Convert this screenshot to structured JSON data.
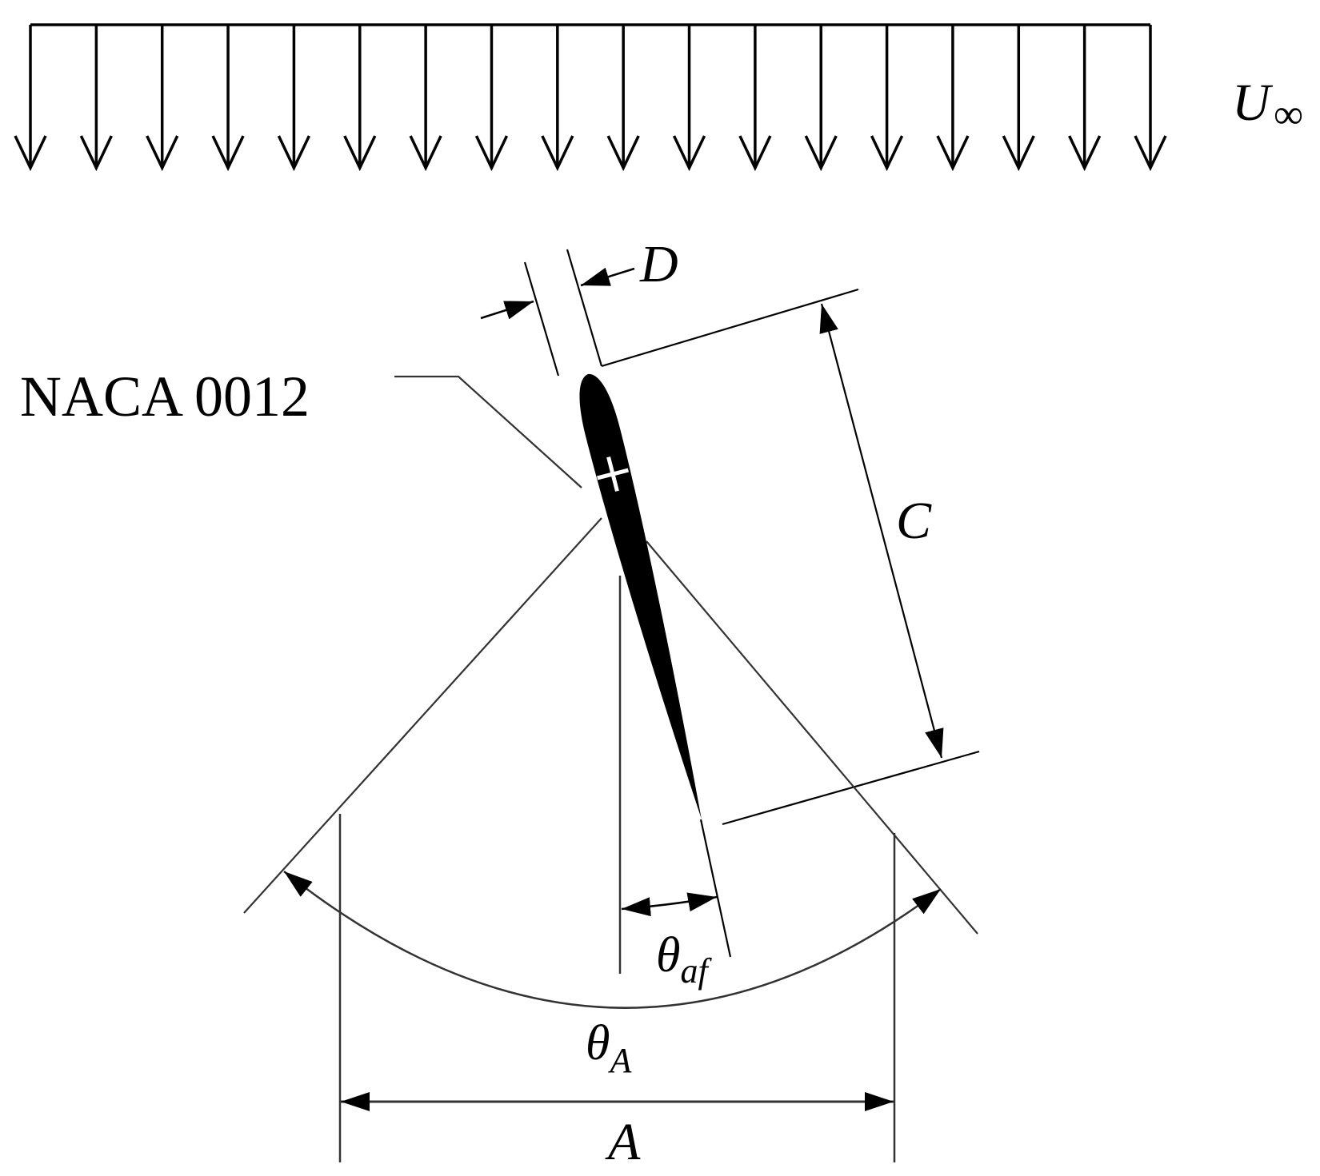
{
  "diagram": {
    "type": "schematic",
    "subject": "Oscillating NACA 0012 airfoil in uniform freestream",
    "colors": {
      "ink": "#000000",
      "background": "#ffffff",
      "pivot_mark": "#ffffff",
      "thin_line": "#333333"
    }
  },
  "freestream": {
    "label_main": "U",
    "label_sub": "∞",
    "arrow_count": 18,
    "direction": "downward"
  },
  "airfoil": {
    "name_label": "NACA 0012",
    "pivot_marker": "+"
  },
  "dimensions": {
    "thickness_label": "D",
    "chord_label": "C",
    "amplitude_label": "A"
  },
  "angles": {
    "pitch_label_main": "θ",
    "pitch_label_sub": "af",
    "sweep_label_main": "θ",
    "sweep_label_sub": "A"
  }
}
